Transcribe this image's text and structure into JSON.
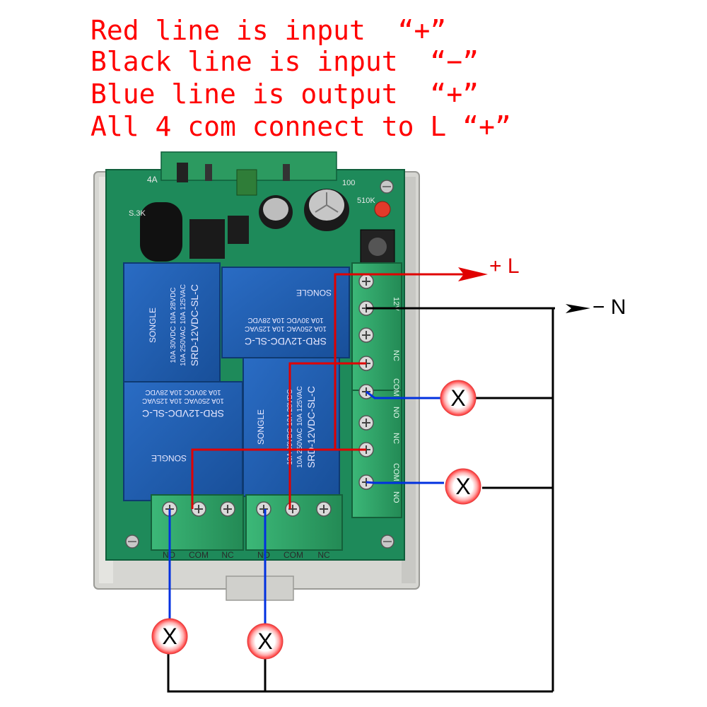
{
  "caption": {
    "lines": [
      "Red line is input  “+”",
      "Black line is input  “−”",
      "Blue line is output  “+”",
      "All 4 com connect to L “+”"
    ]
  },
  "supply": {
    "live_label": "+ L",
    "neutral_label": "− N"
  },
  "board": {
    "relay_markings": {
      "brand": "SONGLE",
      "model": "SRD-12VDC-SL-C",
      "rating_1": "10A 250VAC  10A 125VAC",
      "rating_2": "10A 30VDC  10A 28VDC"
    },
    "right_terminal_labels": [
      "12V",
      "NC",
      "COM",
      "NO",
      "NC",
      "COM",
      "NO"
    ],
    "bottom_terminal_labels": [
      "NO",
      "COM",
      "NC",
      "NO",
      "COM",
      "NC"
    ],
    "pcb_marks": {
      "rating": "4A",
      "jumper": "S.3K",
      "resistor": "510K",
      "cap": "100"
    }
  },
  "lamps": [
    {
      "id": "lamp-1",
      "symbol": "X"
    },
    {
      "id": "lamp-2",
      "symbol": "X"
    },
    {
      "id": "lamp-3",
      "symbol": "X"
    },
    {
      "id": "lamp-4",
      "symbol": "X"
    }
  ],
  "colors": {
    "input_positive": "#e00000",
    "input_negative": "#000000",
    "output_positive": "#0030e0",
    "relay": "#1f5fb4",
    "terminal": "#2fa86a",
    "pcb": "#1e8a5a"
  }
}
